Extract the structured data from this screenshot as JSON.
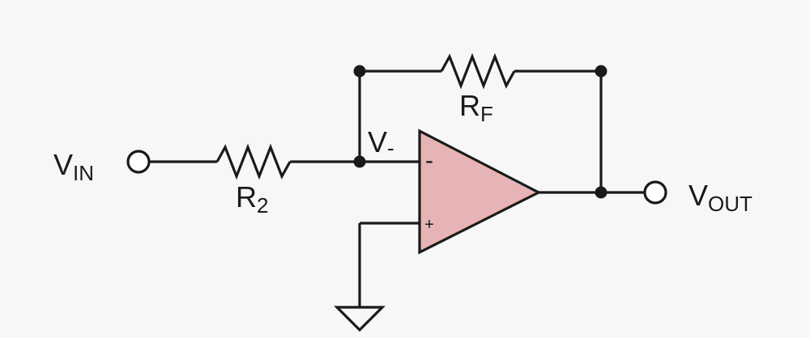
{
  "circuit": {
    "vin_label": {
      "main": "V",
      "sub": "IN"
    },
    "vout_label": {
      "main": "V",
      "sub": "OUT"
    },
    "vminus_label": {
      "main": "V",
      "sub": "-"
    },
    "r2_label": {
      "main": "R",
      "sub": "2"
    },
    "rf_label": {
      "main": "R",
      "sub": "F"
    },
    "opamp_inverting_sign": "-",
    "opamp_noninverting_sign": "+"
  },
  "colors": {
    "opamp_fill": "#e6b4b4",
    "wire": "#1a1a1a",
    "background": "#f7f7f8"
  }
}
